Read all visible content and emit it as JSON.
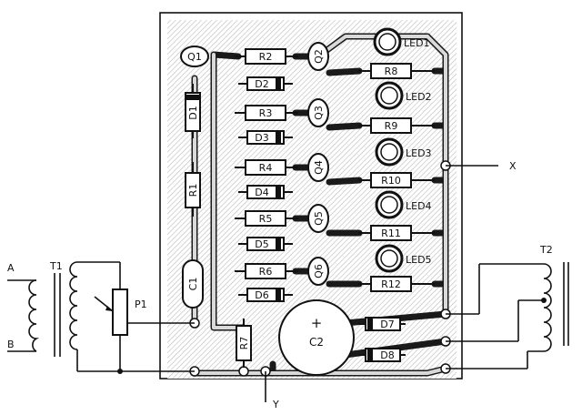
{
  "labels": {
    "q1": "Q1",
    "q2": "Q2",
    "q3": "Q3",
    "q4": "Q4",
    "q5": "Q5",
    "q6": "Q6",
    "r1": "R1",
    "r2": "R2",
    "r3": "R3",
    "r4": "R4",
    "r5": "R5",
    "r6": "R6",
    "r7": "R7",
    "r8": "R8",
    "r9": "R9",
    "r10": "R10",
    "r11": "R11",
    "r12": "R12",
    "d1": "D1",
    "d2": "D2",
    "d3": "D3",
    "d4": "D4",
    "d5": "D5",
    "d6": "D6",
    "d7": "D7",
    "d8": "D8",
    "led1": "LED1",
    "led2": "LED2",
    "led3": "LED3",
    "led4": "LED4",
    "led5": "LED5",
    "c1": "C1",
    "c2": "C2",
    "c2_plus": "+",
    "t1": "T1",
    "t2": "T2",
    "p1": "P1",
    "a": "A",
    "b": "B",
    "x": "X",
    "y": "Y"
  }
}
